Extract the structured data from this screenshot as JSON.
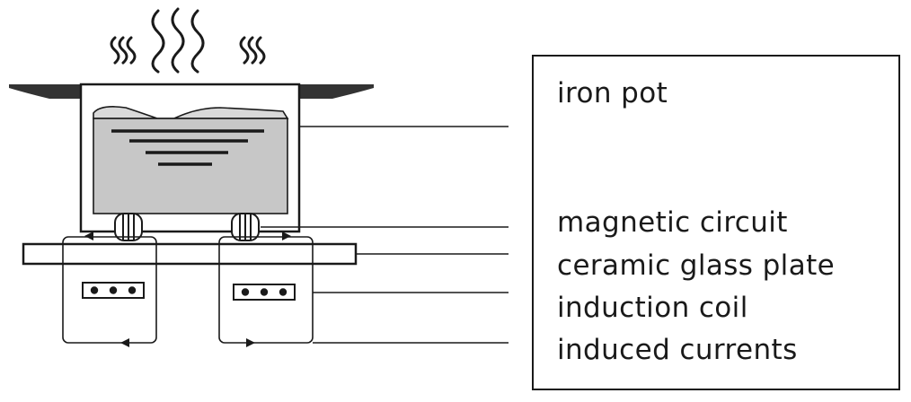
{
  "labels": {
    "iron_pot": "iron pot",
    "magnetic_circuit": "magnetic circuit",
    "ceramic_glass_plate": "ceramic glass plate",
    "induction_coil": "induction coil",
    "induced_currents": "induced currents"
  },
  "colors": {
    "line": "#1a1a1a",
    "food_fill": "#c7c7c7",
    "dark_fill": "#333333",
    "background": "#ffffff"
  },
  "icons": {
    "steam": "steam-wavy-lines-icon",
    "coil": "coil-winding-icon"
  }
}
